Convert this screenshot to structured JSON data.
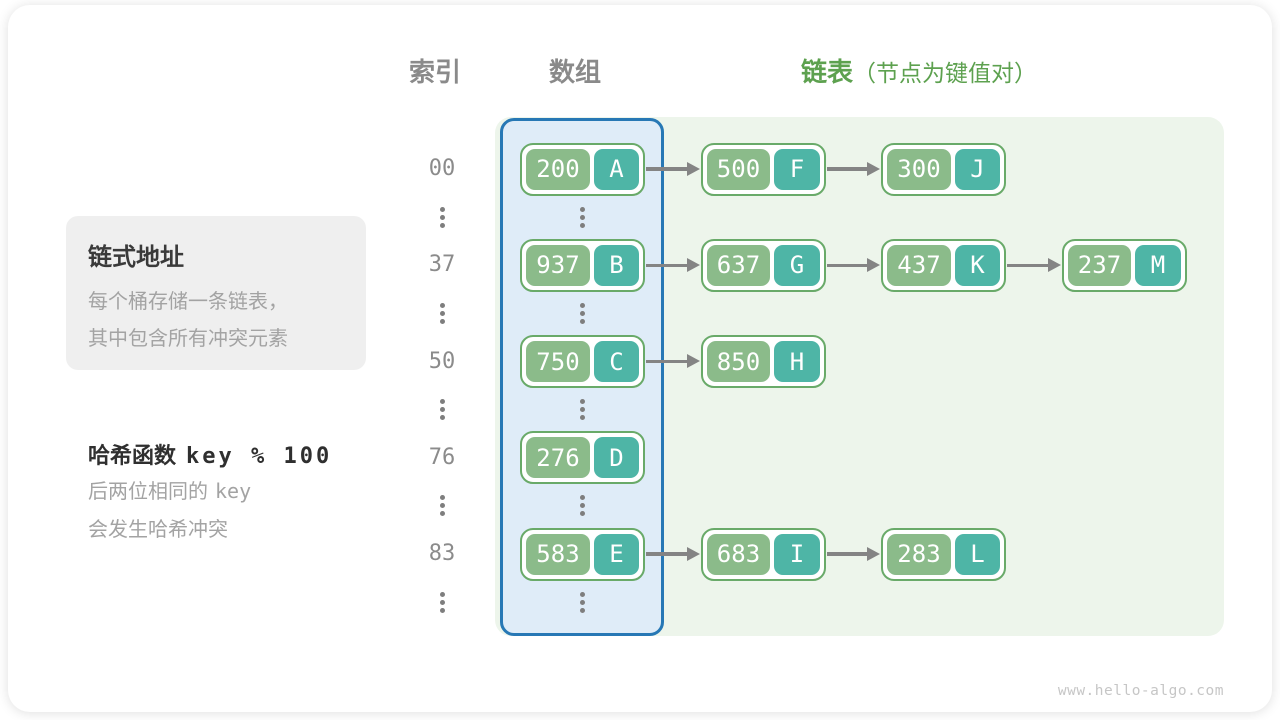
{
  "page": {
    "watermark": "www.hello-algo.com"
  },
  "headers": {
    "index": "索引",
    "array": "数组",
    "list": "链表",
    "list_note": "（节点为键值对）"
  },
  "callout": {
    "title": "链式地址",
    "lines": [
      "每个桶存储一条链表，",
      "其中包含所有冲突元素"
    ]
  },
  "hash_note": {
    "title_cjk": "哈希函数",
    "title_code": "key % 100",
    "line2_cjk": "后两位相同的",
    "line2_code": "key",
    "line3": "会发生哈希冲突"
  },
  "buckets": [
    {
      "index": "00",
      "nodes": [
        {
          "key": "200",
          "value": "A"
        },
        {
          "key": "500",
          "value": "F"
        },
        {
          "key": "300",
          "value": "J"
        }
      ]
    },
    {
      "index": "37",
      "nodes": [
        {
          "key": "937",
          "value": "B"
        },
        {
          "key": "637",
          "value": "G"
        },
        {
          "key": "437",
          "value": "K"
        },
        {
          "key": "237",
          "value": "M"
        }
      ]
    },
    {
      "index": "50",
      "nodes": [
        {
          "key": "750",
          "value": "C"
        },
        {
          "key": "850",
          "value": "H"
        }
      ]
    },
    {
      "index": "76",
      "nodes": [
        {
          "key": "276",
          "value": "D"
        }
      ]
    },
    {
      "index": "83",
      "nodes": [
        {
          "key": "583",
          "value": "E"
        },
        {
          "key": "683",
          "value": "I"
        },
        {
          "key": "283",
          "value": "L"
        }
      ]
    }
  ],
  "colors": {
    "header_gray": "#8a8a8a",
    "header_green": "#5da14f",
    "list_bg": "#edf5eb",
    "array_bg": "#dfecf8",
    "array_border": "#2778b5",
    "node_border": "#69aa69",
    "key_green": "#8bbb8a",
    "val_teal": "#4eb5a6",
    "arrow_gray": "#848484",
    "dot_gray": "#7e7e7e",
    "index_gray": "#8b8b8b",
    "callout_bg": "#efefef",
    "soft_gray": "#a3a3a3",
    "watermark_gray": "#c6c6c6"
  }
}
